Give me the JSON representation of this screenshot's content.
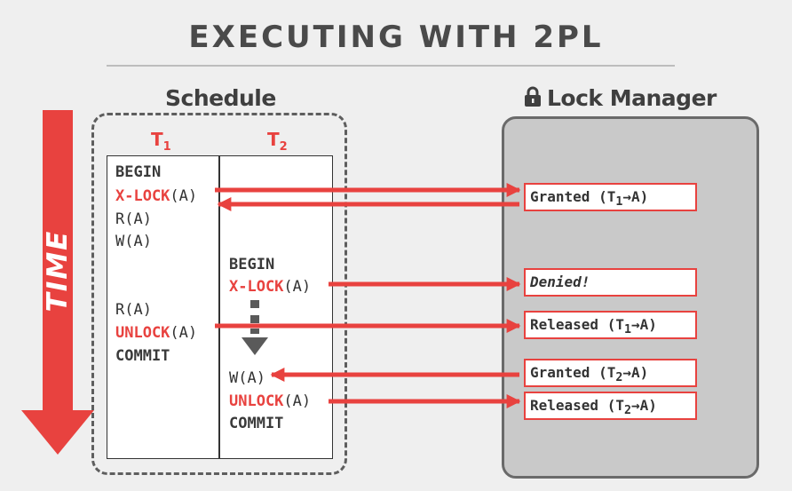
{
  "title": "EXECUTING WITH 2PL",
  "schedule": {
    "heading": "Schedule",
    "t1_label": "T",
    "t1_sub": "1",
    "t2_label": "T",
    "t2_sub": "2",
    "t1_ops": {
      "begin": "BEGIN",
      "xlock_kw": "X-LOCK",
      "xlock_arg": "(A)",
      "read1": "R(A)",
      "write1": "W(A)",
      "read2": "R(A)",
      "unlock_kw": "UNLOCK",
      "unlock_arg": "(A)",
      "commit": "COMMIT"
    },
    "t2_ops": {
      "begin": "BEGIN",
      "xlock_kw": "X-LOCK",
      "xlock_arg": "(A)",
      "write": "W(A)",
      "unlock_kw": "UNLOCK",
      "unlock_arg": "(A)",
      "commit": "COMMIT"
    }
  },
  "time_label": "TIME",
  "lock_manager": {
    "heading": "Lock Manager",
    "icon": "lock-icon",
    "responses": [
      {
        "status": "Granted",
        "txn": "T",
        "sub": "1",
        "obj": "A"
      },
      {
        "status": "Denied!"
      },
      {
        "status": "Released",
        "txn": "T",
        "sub": "1",
        "obj": "A"
      },
      {
        "status": "Granted",
        "txn": "T",
        "sub": "2",
        "obj": "A"
      },
      {
        "status": "Released",
        "txn": "T",
        "sub": "2",
        "obj": "A"
      }
    ]
  },
  "colors": {
    "accent": "#e8423f",
    "text": "#333333",
    "background": "#efefef",
    "lock_manager_fill": "#c9c9c9"
  }
}
